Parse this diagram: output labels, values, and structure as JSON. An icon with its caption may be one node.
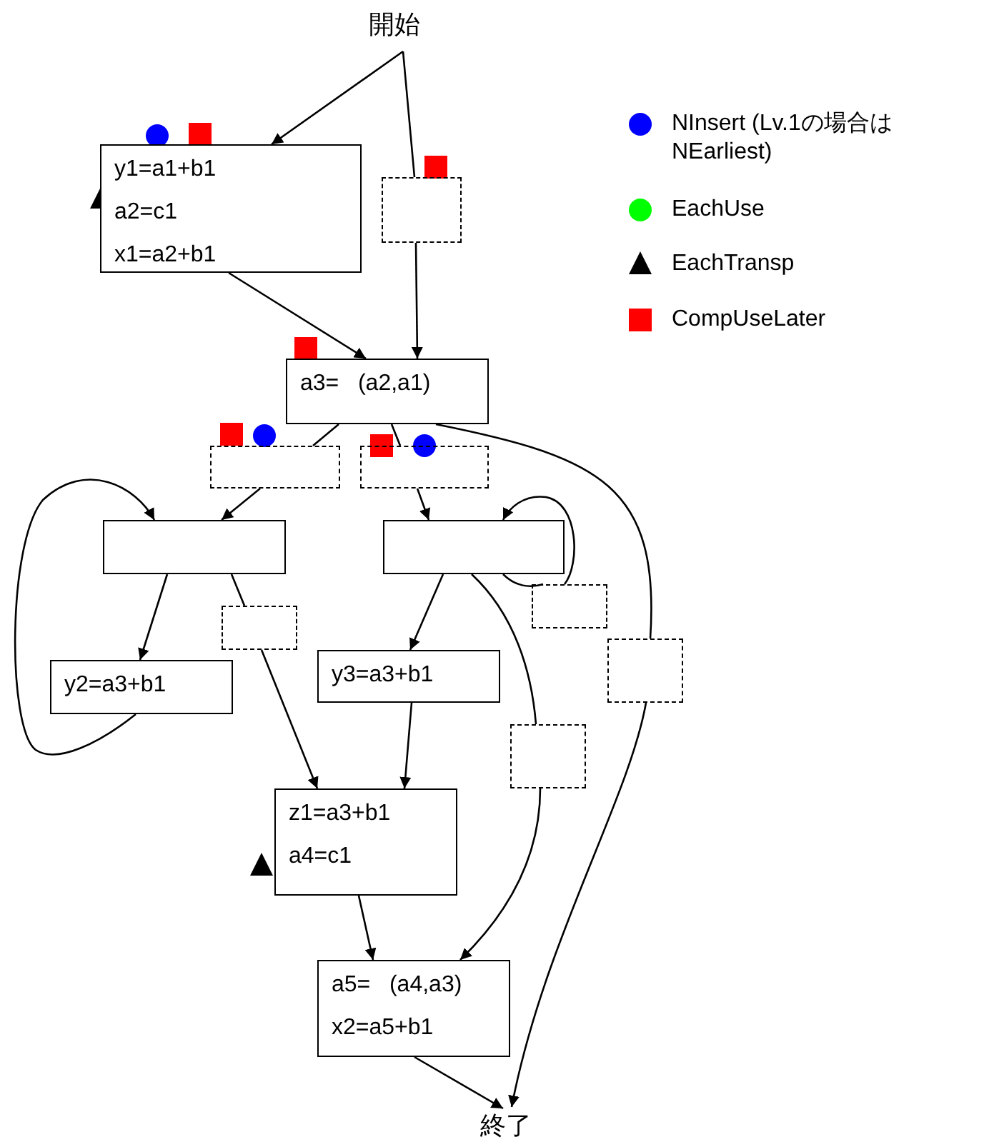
{
  "diagram": {
    "nodes": [
      {
        "text": [
          "開始"
        ]
      },
      {
        "text": [
          "y1=a1+b1",
          "a2=c1",
          "x1=a2+b1"
        ]
      },
      {
        "text": [],
        "shape": "box"
      },
      {
        "text": [
          "a3=   (a2,a1)"
        ]
      },
      {
        "text": [],
        "shape": "box"
      },
      {
        "text": [],
        "shape": "box"
      },
      {
        "text": [],
        "shape": "box"
      },
      {
        "text": [],
        "shape": "box"
      },
      {
        "text": [],
        "shape": "box"
      },
      {
        "text": [],
        "shape": "box"
      },
      {
        "text": [
          "y2=a3+b1"
        ]
      },
      {
        "text": [
          "y3=a3+b1"
        ]
      },
      {
        "text": [],
        "shape": "box"
      },
      {
        "text": [],
        "shape": "box"
      },
      {
        "text": [
          "z1=a3+b1",
          "a4=c1"
        ]
      },
      {
        "text": [
          "a5=   (a4,a3)",
          "x2=a5+b1"
        ]
      },
      {
        "text": [
          "終了"
        ]
      }
    ],
    "edges": [
      {
        "from": 0,
        "to": 1,
        "arrow": "to"
      },
      {
        "from": 0,
        "to": 2,
        "arrow": "none"
      },
      {
        "from": 2,
        "to": 3,
        "arrow": "to"
      },
      {
        "from": 1,
        "to": 3,
        "arrow": "to"
      },
      {
        "from": 3,
        "to": 4,
        "arrow": "none"
      },
      {
        "from": 4,
        "to": 6,
        "arrow": "to"
      },
      {
        "from": 3,
        "to": 5,
        "arrow": "none"
      },
      {
        "from": 5,
        "to": 7,
        "arrow": "to"
      },
      {
        "from": 3,
        "to": 12,
        "arrow": "none"
      },
      {
        "from": 12,
        "to": 16,
        "arrow": "to"
      },
      {
        "from": 10,
        "to": 6,
        "arrow": "to"
      },
      {
        "from": 7,
        "to": 9,
        "arrow": "none"
      },
      {
        "from": 9,
        "to": 7,
        "arrow": "to"
      },
      {
        "from": 6,
        "to": 10,
        "arrow": "to"
      },
      {
        "from": 6,
        "to": 8,
        "arrow": "none"
      },
      {
        "from": 8,
        "to": 14,
        "arrow": "to"
      },
      {
        "from": 7,
        "to": 11,
        "arrow": "to"
      },
      {
        "from": 7,
        "to": 13,
        "arrow": "none"
      },
      {
        "from": 13,
        "to": 15,
        "arrow": "to"
      },
      {
        "from": 11,
        "to": 14,
        "arrow": "to"
      },
      {
        "from": 14,
        "to": 15,
        "arrow": "to"
      },
      {
        "from": 15,
        "to": 16,
        "arrow": "to"
      }
    ],
    "legend": [
      {
        "text": "NInsert (Lv.1の場合はNEarliest)",
        "color": "#0000ff"
      },
      {
        "text": "EachUse",
        "color": "#00ff00"
      },
      {
        "text": "EachTransp",
        "color": "#000000"
      },
      {
        "text": "CompUseLater",
        "color": "#ff0000"
      }
    ]
  }
}
